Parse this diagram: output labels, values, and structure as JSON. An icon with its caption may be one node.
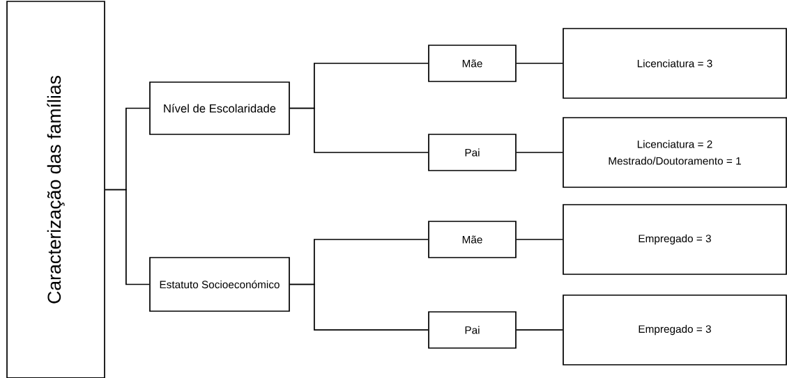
{
  "diagram": {
    "nodes": [
      {
        "text": [
          "Caracterização das famílias"
        ]
      },
      {
        "text": [
          "Nível de Escolaridade"
        ]
      },
      {
        "text": [
          "Estatuto Socioeconómico"
        ]
      },
      {
        "text": [
          "Mãe"
        ]
      },
      {
        "text": [
          "Pai"
        ]
      },
      {
        "text": [
          "Mãe"
        ]
      },
      {
        "text": [
          "Pai"
        ]
      },
      {
        "text": [
          "Licenciatura = 3"
        ]
      },
      {
        "text": [
          "Licenciatura = 2",
          "Mestrado/Doutoramento = 1"
        ]
      },
      {
        "text": [
          "Empregado = 3"
        ]
      },
      {
        "text": [
          "Empregado = 3"
        ]
      }
    ],
    "edges": [
      {
        "from": 0,
        "to": 1,
        "arrow": "none"
      },
      {
        "from": 0,
        "to": 2,
        "arrow": "none"
      },
      {
        "from": 1,
        "to": 3,
        "arrow": "none"
      },
      {
        "from": 1,
        "to": 4,
        "arrow": "none"
      },
      {
        "from": 2,
        "to": 5,
        "arrow": "none"
      },
      {
        "from": 2,
        "to": 6,
        "arrow": "none"
      },
      {
        "from": 3,
        "to": 7,
        "arrow": "none"
      },
      {
        "from": 4,
        "to": 8,
        "arrow": "none"
      },
      {
        "from": 5,
        "to": 9,
        "arrow": "none"
      },
      {
        "from": 6,
        "to": 10,
        "arrow": "none"
      }
    ]
  }
}
